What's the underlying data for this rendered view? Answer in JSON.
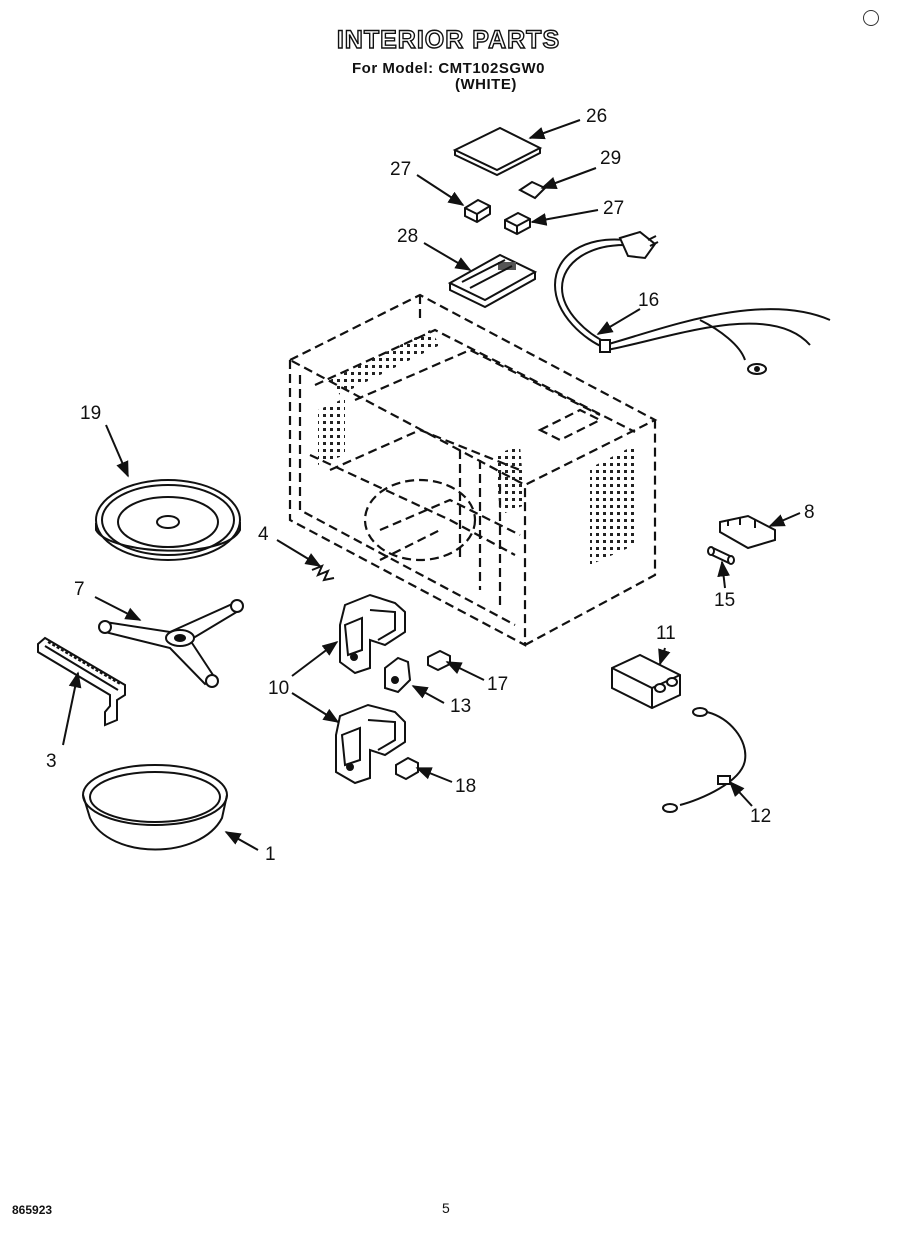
{
  "header": {
    "title": "INTERIOR PARTS",
    "model_line": "For Model: CMT102SGW0",
    "color_line": "(WHITE)"
  },
  "footer": {
    "doc_number": "865923",
    "page_number": "5"
  },
  "callouts": {
    "c1": "1",
    "c3": "3",
    "c4": "4",
    "c7": "7",
    "c8": "8",
    "c10": "10",
    "c11": "11",
    "c12": "12",
    "c13": "13",
    "c15": "15",
    "c16": "16",
    "c17": "17",
    "c18": "18",
    "c19": "19",
    "c26": "26",
    "c27a": "27",
    "c27b": "27",
    "c28": "28",
    "c29": "29"
  }
}
